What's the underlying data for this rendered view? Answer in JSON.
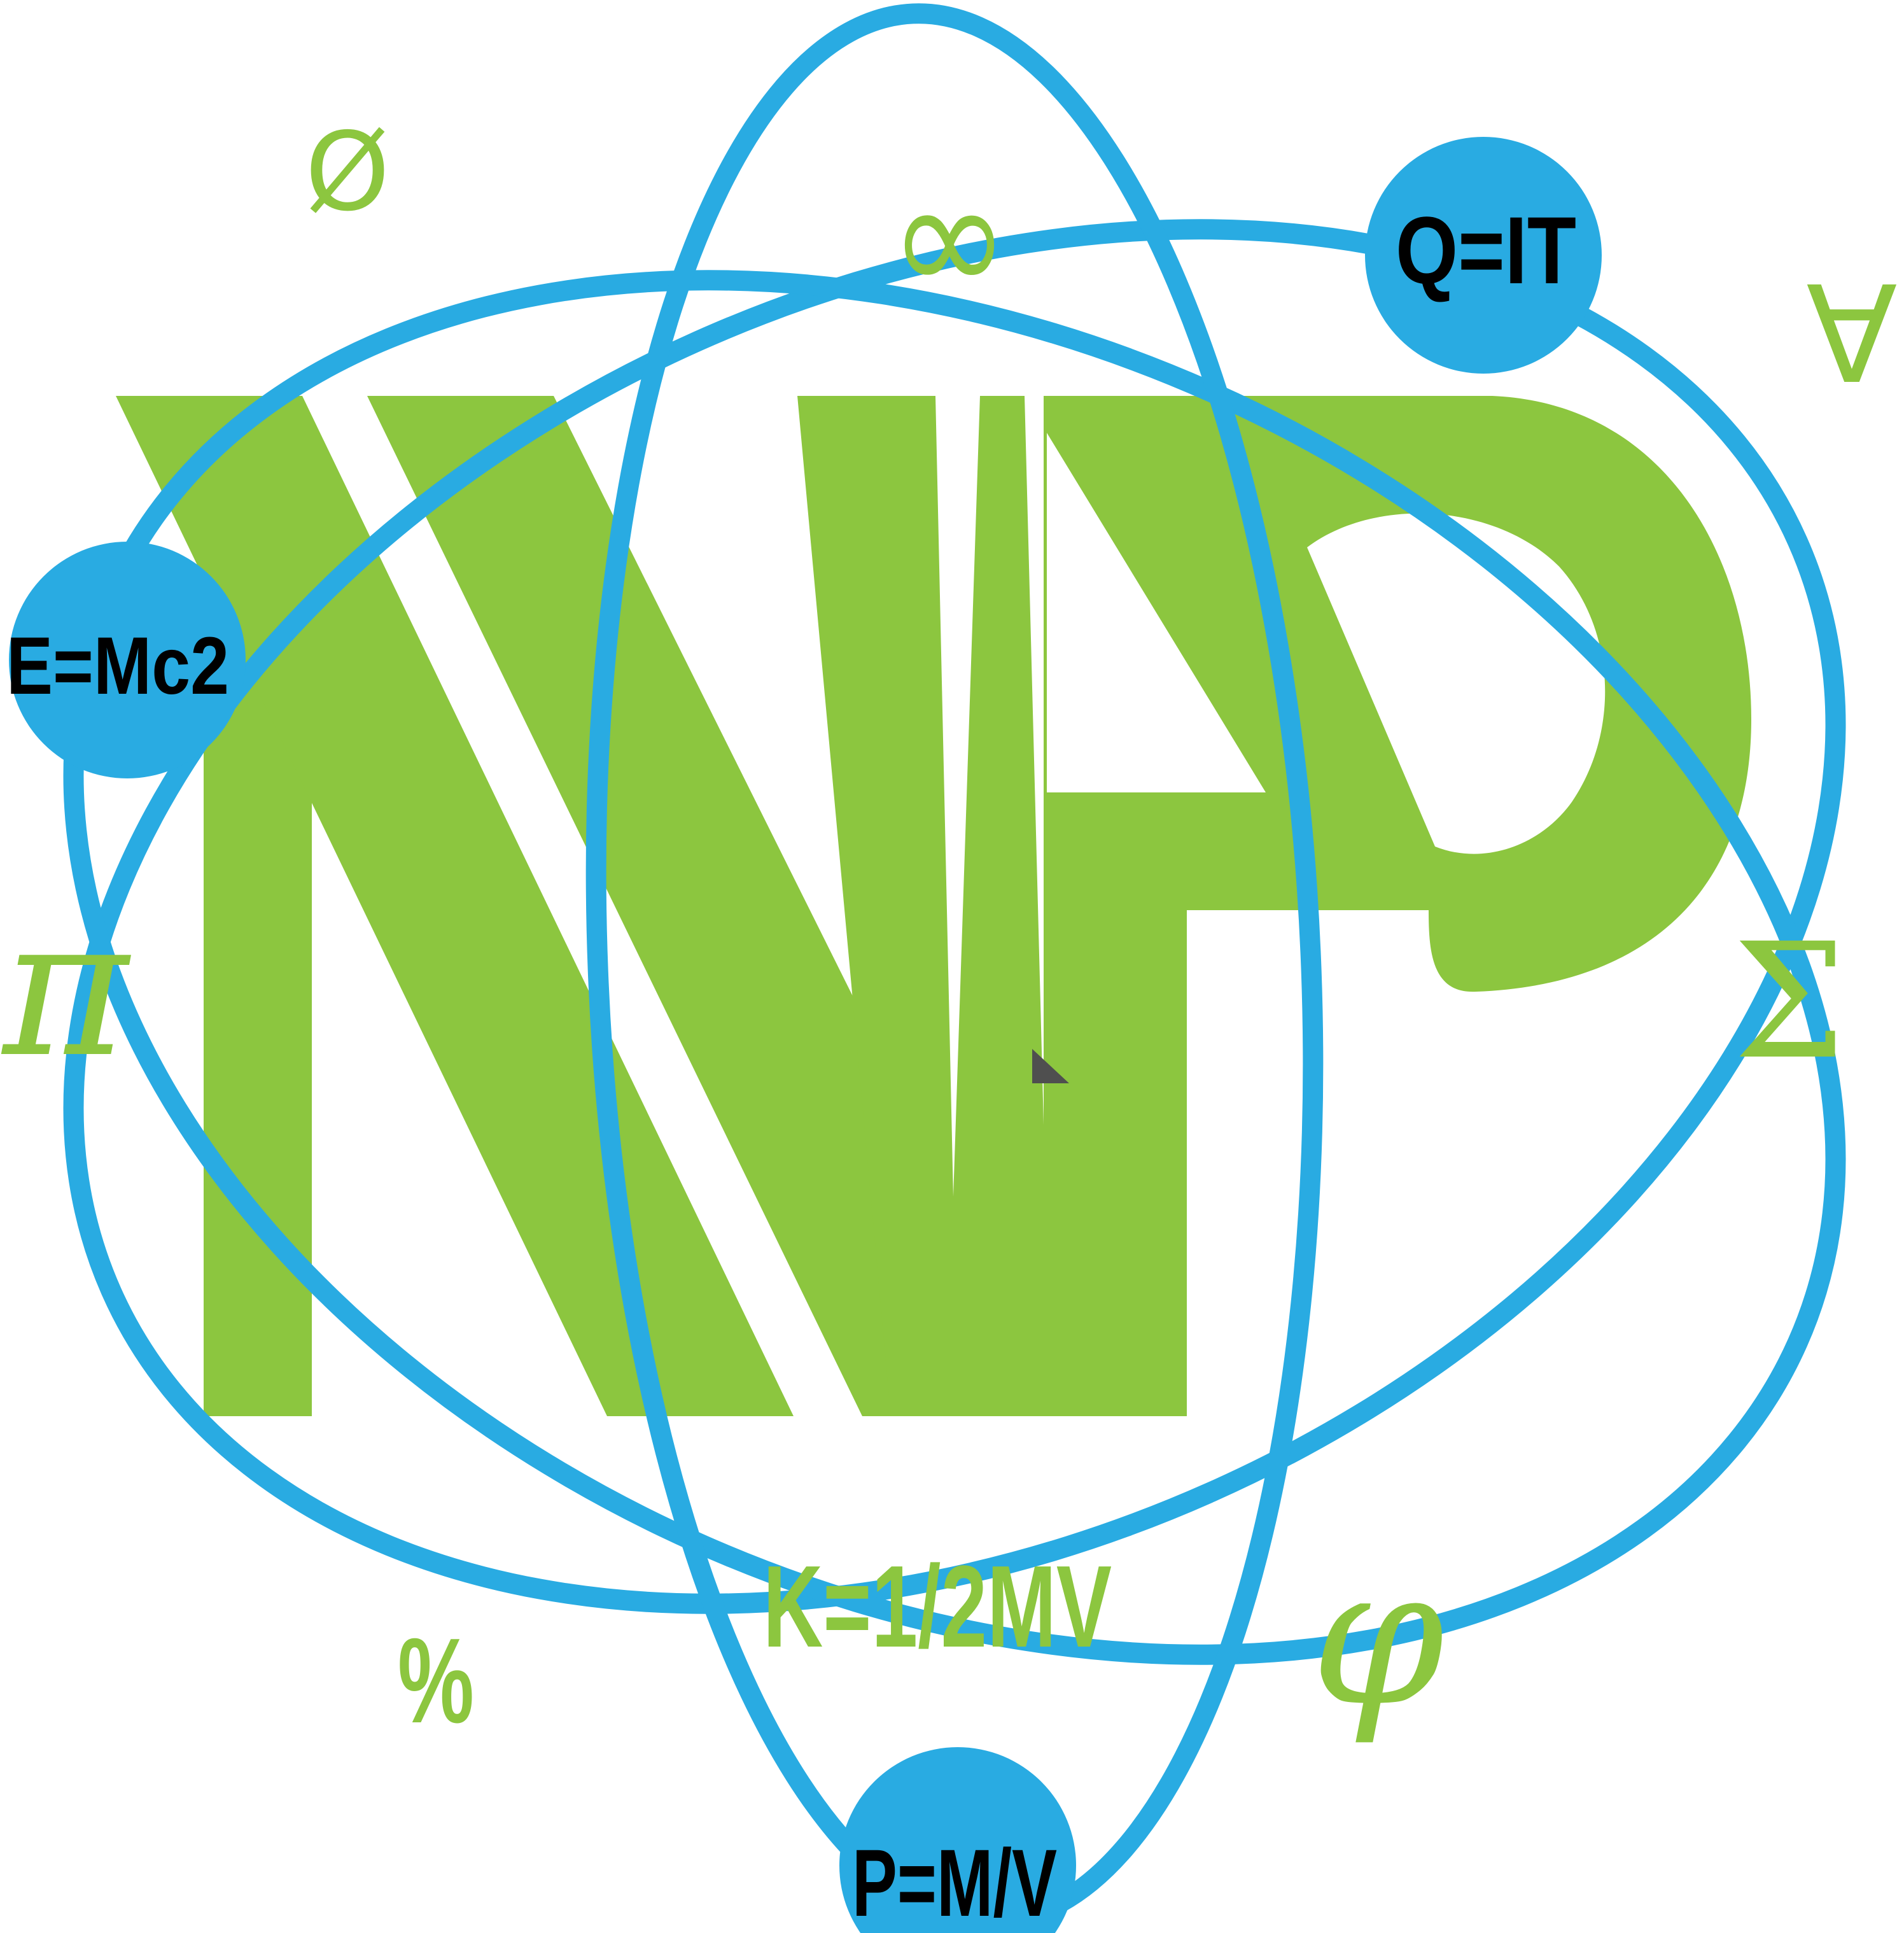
{
  "logo": {
    "title": "NVP physics atom logo",
    "monogram_letters": "NVP",
    "colors": {
      "green": "#8CC63F",
      "blue": "#29ABE2",
      "formula_text": "#000000",
      "artifact_gray": "#4F4F4F",
      "background": "#FFFFFF"
    },
    "electrons": [
      {
        "label": "E=Mc2"
      },
      {
        "label": "Q=IT"
      },
      {
        "label": "P=M/V"
      }
    ],
    "formula_caption": "K=1/2MV",
    "symbols": {
      "slashed_zero": "Ø",
      "infinity": "∞",
      "for_all": "∀",
      "pi": "π",
      "sigma": "Σ",
      "percent": "%",
      "phi": "φ"
    }
  }
}
